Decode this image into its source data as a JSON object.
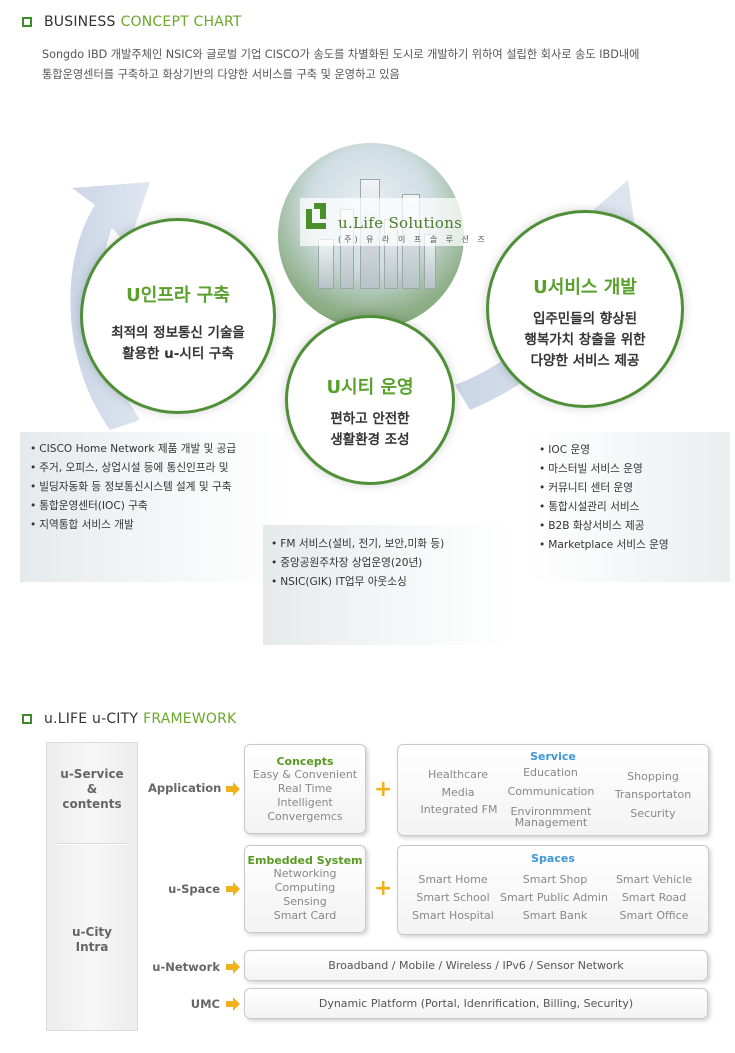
{
  "section1": {
    "title_a": "BUSINESS",
    "title_b": "CONCEPT CHART",
    "intro_line1": "Songdo IBD 개발주체인 NSIC와 글로벌 기업 CISCO가 송도를 차별화된 도시로 개발하기 위하여 설립한 회사로 송도 IBD내에",
    "intro_line2": "통합운영센터를 구축하고 화상기반의 다양한 서비스를 구축 및 운영하고 있음"
  },
  "logo": {
    "name": "u.Life Solutions",
    "sub": "(주) 유 라 이 프 솔 루 션 즈"
  },
  "circles": {
    "infra": {
      "title": "U인프라 구축",
      "line1": "최적의 정보통신 기술을",
      "line2": "활용한 u-시티 구축"
    },
    "city": {
      "title": "U시티 운영",
      "line1": "편하고 안전한",
      "line2": "생활환경 조성"
    },
    "service": {
      "title": "U서비스 개발",
      "line1": "입주민들의 향상된",
      "line2": "행복가치 창출을 위한",
      "line3": "다양한 서비스 제공"
    }
  },
  "panels": {
    "infra": [
      "CISCO Home Network 제품 개발 및 공급",
      "주거, 오피스, 상업시설 등에 통신인프라 및",
      "빌딩자동화 등 정보통신시스템 설계 및 구축",
      "통합운영센터(IOC) 구축",
      "지역통합 서비스 개발"
    ],
    "city": [
      "FM 서비스(설비, 전기, 보안,미화 등)",
      "중앙공원주차장 상업운영(20년)",
      "NSIC(GIK) IT업무 아웃소싱"
    ],
    "service": [
      "IOC 운영",
      "마스터빌 서비스 운영",
      "커뮤니티 센터 운영",
      "통합시설관리 서비스",
      "B2B 화상서비스 제공",
      "Marketplace 서비스 운영"
    ]
  },
  "section2": {
    "title_a": "u.LIFE u-CITY",
    "title_b": "FRAMEWORK"
  },
  "framework": {
    "col_top_1": "u-Service",
    "col_top_2": "&",
    "col_top_3": "contents",
    "col_bot_1": "u-City",
    "col_bot_2": "Intra",
    "rows": {
      "application": "Application",
      "space": "u-Space",
      "network": "u-Network",
      "umc": "UMC"
    },
    "concepts": {
      "title": "Concepts",
      "items": [
        "Easy & Convenient",
        "Real Time",
        "Intelligent",
        "Convergemcs"
      ]
    },
    "service": {
      "title": "Service",
      "healthcare": "Healthcare",
      "education": "Education",
      "shopping": "Shopping",
      "media": "Media",
      "communication": "Communication",
      "transportation": "Transportaton",
      "integrated_fm": "Integrated FM",
      "env1": "Environmment",
      "env2": "Management",
      "security": "Security"
    },
    "embedded": {
      "title": "Embedded System",
      "items": [
        "Networking",
        "Computing",
        "Sensing",
        "Smart Card"
      ]
    },
    "spaces": {
      "title": "Spaces",
      "home": "Smart Home",
      "shop": "Smart Shop",
      "vehicle": "Smart Vehicle",
      "school": "Smart School",
      "admin": "Smart Public Admin",
      "road": "Smart Road",
      "hospital": "Smart Hospital",
      "bank": "Smart Bank",
      "office": "Smart Office"
    },
    "plus": "+",
    "network_bar": "Broadband / Mobile / Wireless / IPv6 / Sensor Network",
    "umc_bar": "Dynamic Platform (Portal, Idenrification, Billing, Security)"
  }
}
